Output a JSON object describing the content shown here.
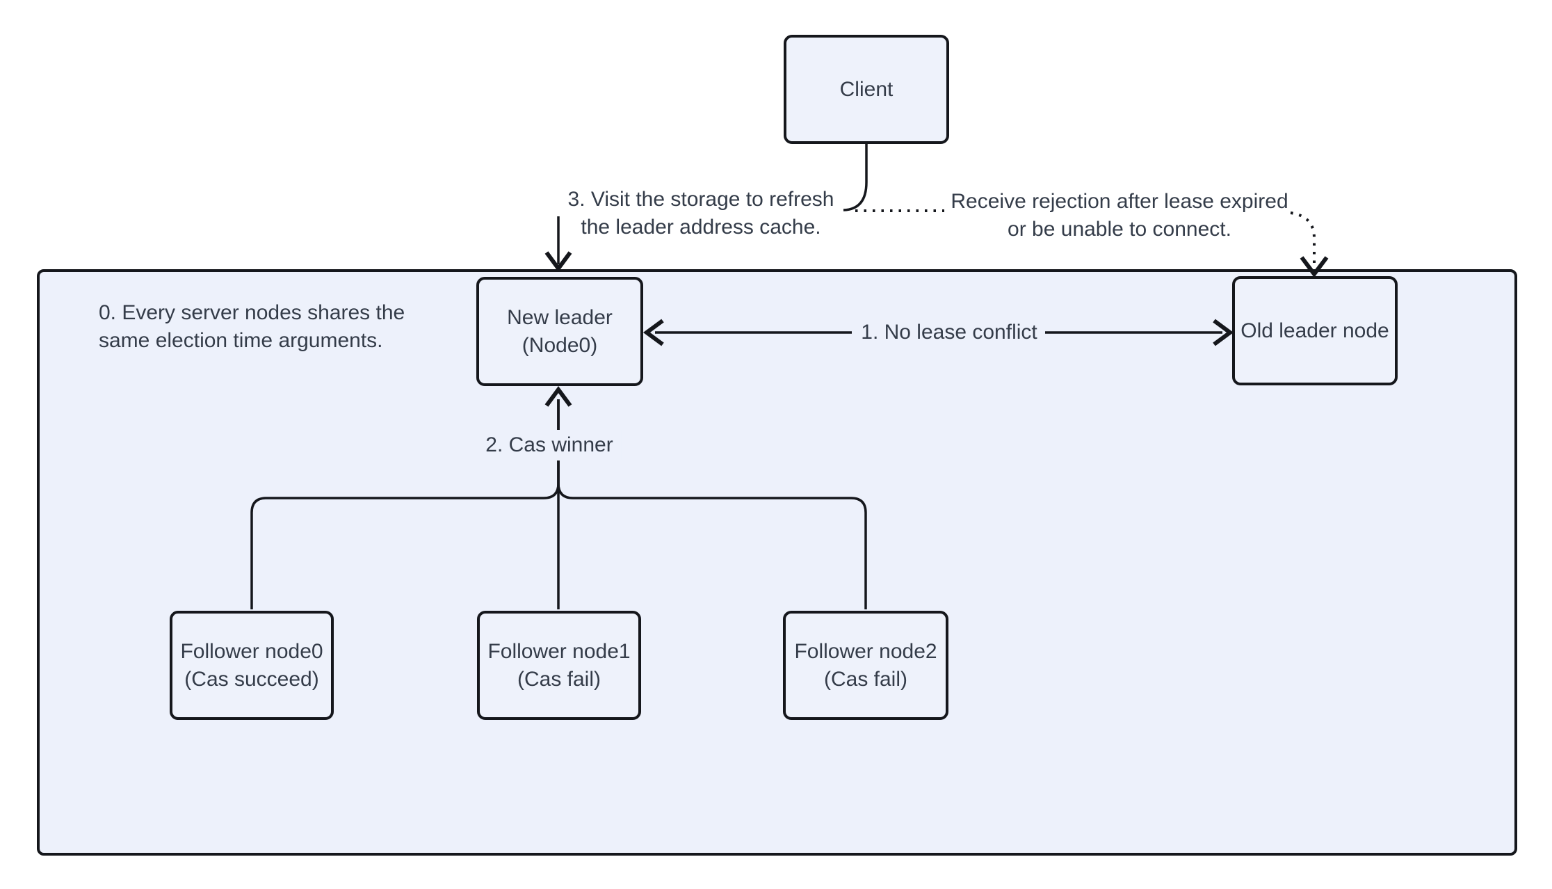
{
  "nodes": {
    "client": {
      "label": "Client"
    },
    "new_leader": {
      "line1": "New leader",
      "line2": "(Node0)"
    },
    "old_leader": {
      "label": "Old leader node"
    },
    "follower0": {
      "line1": "Follower node0",
      "line2": "(Cas succeed)"
    },
    "follower1": {
      "line1": "Follower node1",
      "line2": "(Cas fail)"
    },
    "follower2": {
      "line1": "Follower node2",
      "line2": "(Cas fail)"
    }
  },
  "annotations": {
    "election_note": {
      "line1": "0. Every server nodes shares the",
      "line2": "same election time arguments."
    },
    "visit_storage": {
      "line1": "3. Visit the storage to refresh",
      "line2": "the leader address cache."
    },
    "receive_rejection": {
      "line1": "Receive rejection after lease expired",
      "line2": "or be unable to connect."
    },
    "no_lease_conflict": "1. No lease conflict",
    "cas_winner": "2. Cas winner"
  },
  "colors": {
    "background": "#ffffff",
    "container_fill": "#edf1fb",
    "node_fill": "#eef2fb",
    "stroke": "#15171c",
    "text": "#343c49"
  }
}
